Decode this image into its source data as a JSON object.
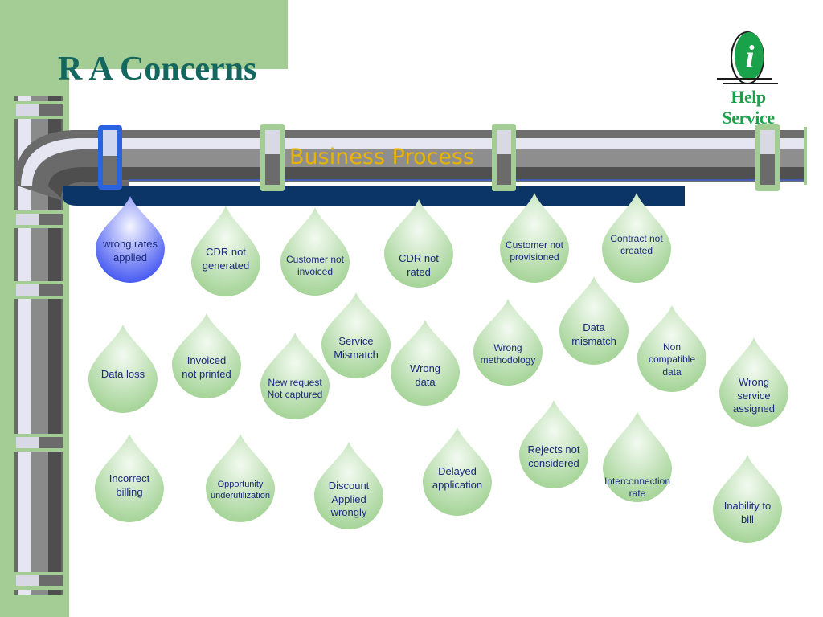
{
  "slide": {
    "title": "R A Concerns",
    "process_label": "Business Process",
    "help_label": "Help Service",
    "help_glyph": "i"
  },
  "colors": {
    "accent_green": "#a3cd94",
    "title_teal": "#13675f",
    "process_gold": "#e8b400",
    "drop_text": "#1b2a7a",
    "drop_fill": "#cfe8c9",
    "drop_blue": "#3a4ef0",
    "help_green": "#1aa24a"
  },
  "concerns": [
    {
      "id": "wrong-rates-applied",
      "lines": [
        "wrong rates",
        "applied"
      ],
      "highlight": true
    },
    {
      "id": "cdr-not-generated",
      "lines": [
        "CDR not",
        "generated"
      ]
    },
    {
      "id": "customer-not-invoiced",
      "lines": [
        "Customer not",
        "invoiced"
      ]
    },
    {
      "id": "cdr-not-rated",
      "lines": [
        "CDR not",
        "rated"
      ]
    },
    {
      "id": "customer-not-provisioned",
      "lines": [
        "Customer not",
        "provisioned"
      ]
    },
    {
      "id": "contract-not-created",
      "lines": [
        "Contract not",
        "created"
      ]
    },
    {
      "id": "data-loss",
      "lines": [
        "Data loss"
      ]
    },
    {
      "id": "invoiced-not-printed",
      "lines": [
        "Invoiced",
        "not printed"
      ]
    },
    {
      "id": "service-mismatch",
      "lines": [
        "Service",
        "Mismatch"
      ]
    },
    {
      "id": "new-request-not-captured",
      "lines": [
        "New request",
        "Not captured"
      ]
    },
    {
      "id": "wrong-data",
      "lines": [
        "Wrong",
        "data"
      ]
    },
    {
      "id": "wrong-methodology",
      "lines": [
        "Wrong",
        "methodology"
      ]
    },
    {
      "id": "data-mismatch",
      "lines": [
        "Data",
        "mismatch"
      ]
    },
    {
      "id": "non-compatible-data",
      "lines": [
        "Non",
        "compatible",
        "data"
      ]
    },
    {
      "id": "wrong-service-assigned",
      "lines": [
        "Wrong",
        "service",
        "assigned"
      ]
    },
    {
      "id": "rejects-not-considered",
      "lines": [
        "Rejects not",
        "considered"
      ]
    },
    {
      "id": "incorrect-billing",
      "lines": [
        "Incorrect",
        "billing"
      ]
    },
    {
      "id": "opportunity-underutilization",
      "lines": [
        "Opportunity",
        "underutilization"
      ]
    },
    {
      "id": "discount-applied-wrongly",
      "lines": [
        "Discount",
        "Applied",
        "wrongly"
      ]
    },
    {
      "id": "delayed-application",
      "lines": [
        "Delayed",
        "application"
      ]
    },
    {
      "id": "interconnection-rate",
      "lines": [
        "Interconnection",
        "rate"
      ]
    },
    {
      "id": "inability-to-bill",
      "lines": [
        "Inability to",
        "bill"
      ]
    }
  ]
}
